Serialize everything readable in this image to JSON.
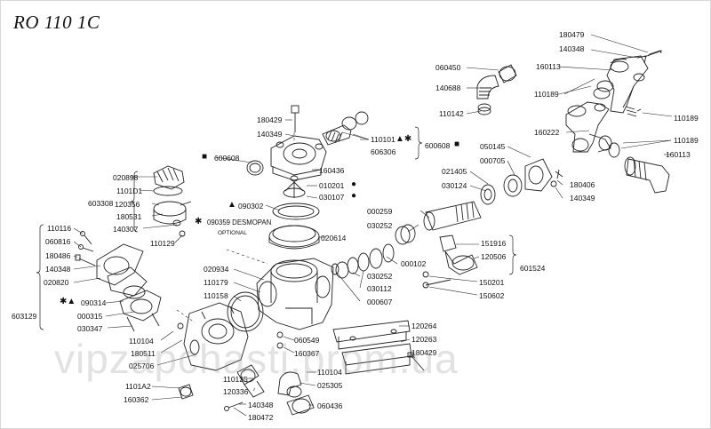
{
  "title": "RO 110 1C",
  "watermark": "vipzapchasti.prom.ua",
  "labels": {
    "p180479": "180479",
    "p140348a": "140348",
    "p160113a": "160113",
    "p110189a": "110189",
    "p060450": "060450",
    "p140688": "140688",
    "p110142": "110142",
    "p110189b": "110189",
    "p160222": "160222",
    "p110189c": "110189",
    "p160113b": "160113",
    "p180429a": "180429",
    "p140349a": "140349",
    "p110101": "110101",
    "p600608a": "600608",
    "p606306": "606306",
    "p050145": "050145",
    "p000705": "000705",
    "p021405": "021405",
    "p030124": "030124",
    "p180406": "180406",
    "p140349b": "140349",
    "p600608b": "600608",
    "p160436": "160436",
    "p010201": "010201",
    "p030107": "030107",
    "p020898": "020898",
    "p110101b": "1101D1",
    "p120356": "120356",
    "p180531": "180531",
    "p140307": "140307",
    "p603308": "603308",
    "p110129": "110129",
    "p090302": "090302",
    "p090359": "090359 DESMOPAN",
    "p_optional": "OPTIONAL",
    "p020614": "020614",
    "p000259": "000259",
    "p030252a": "030252",
    "p151916": "151916",
    "p120506": "120506",
    "p000102": "000102",
    "p601524": "601524",
    "p150201": "150201",
    "p150602": "150602",
    "p110116": "110116",
    "p060816": "060816",
    "p180486": "180486",
    "p140348b": "140348",
    "p020820": "020820",
    "p090314": "090314",
    "p000315": "000315",
    "p030347": "030347",
    "p603129": "603129",
    "p020934": "020934",
    "p110179": "110179",
    "p110158": "110158",
    "p030252b": "030252",
    "p030112": "030112",
    "p000607": "000607",
    "p110104a": "110104",
    "p180511": "180511",
    "p025706": "025706",
    "p060549": "060549",
    "p160367": "160367",
    "p120264": "120264",
    "p120263": "120263",
    "p180429b": "180429",
    "p110104b": "110104",
    "p110125": "110125",
    "p120336": "120336",
    "p025305": "025305",
    "p110142b": "1101A2",
    "p160362": "160362",
    "p140348c": "140348",
    "p180472": "180472",
    "p060436": "060436"
  },
  "symbols": {
    "triangle_star": "▲✱",
    "square": "■",
    "circle": "●",
    "triangle": "▲",
    "star": "✱",
    "star_triangle": "✱▲"
  },
  "colors": {
    "ink": "#111111",
    "watermark": "#969696"
  }
}
